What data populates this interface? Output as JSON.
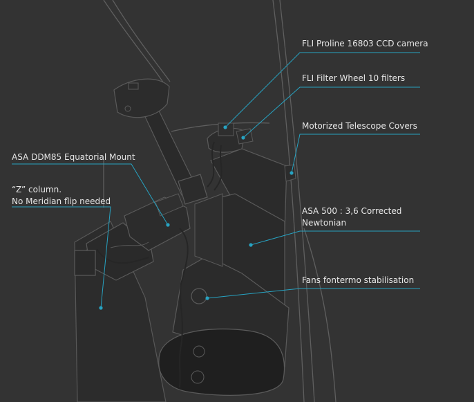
{
  "colors": {
    "background": "#333333",
    "outline": "#5f5f5f",
    "equipment_fill": "#2a2a2a",
    "equipment_stroke": "#585858",
    "leader_line": "#27a3c2",
    "text": "#e6e6e6"
  },
  "labels": {
    "camera": "FLI Proline 16803 CCD camera",
    "filter_wheel": "FLI Filter Wheel 10 filters",
    "covers": "Motorized Telescope Covers",
    "mount": "ASA DDM85 Equatorial Mount",
    "column_line1": "“Z” column.",
    "column_line2": "No Meridian flip needed",
    "telescope_line1": "ASA 500 : 3,6 Corrected",
    "telescope_line2": "Newtonian",
    "fans": "Fans fontermo stabilisation"
  }
}
